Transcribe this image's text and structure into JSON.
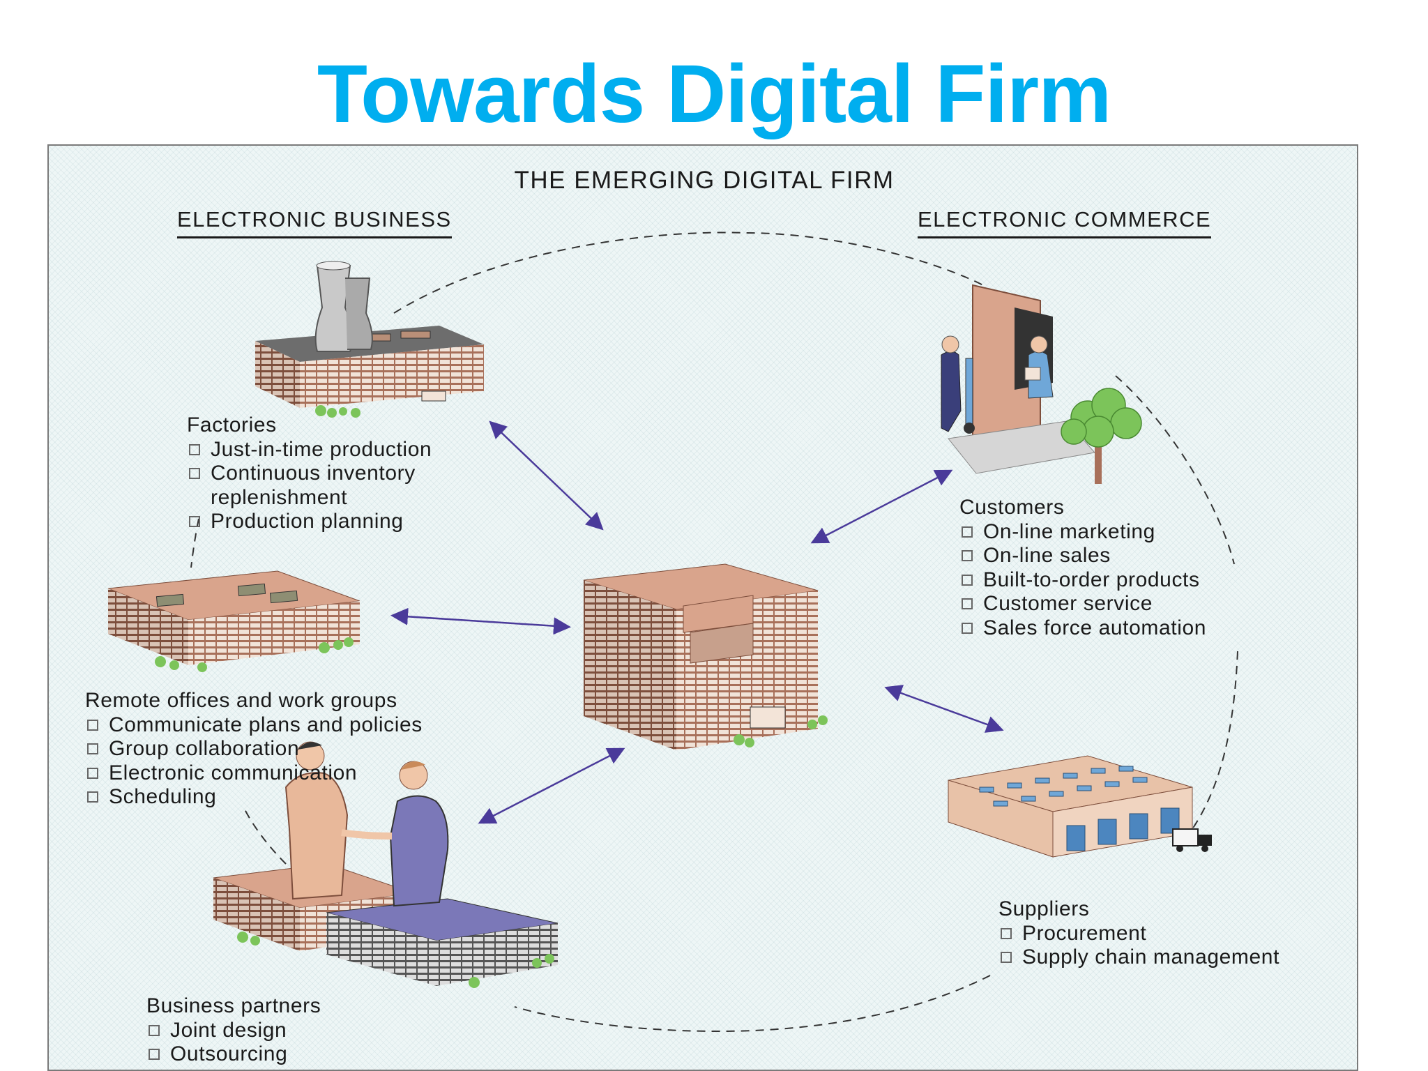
{
  "slide": {
    "title": "Towards Digital Firm",
    "title_color": "#00aeef"
  },
  "diagram": {
    "title": "THE EMERGING DIGITAL FIRM",
    "sections": {
      "left": "ELECTRONIC BUSINESS",
      "right": "ELECTRONIC COMMERCE"
    },
    "groups": {
      "factories": {
        "title": "Factories",
        "items": [
          "Just-in-time production",
          "Continuous inventory replenishment",
          "Production planning"
        ]
      },
      "remote_offices": {
        "title": "Remote offices and work groups",
        "items": [
          "Communicate plans and policies",
          "Group collaboration",
          "Electronic communication",
          "Scheduling"
        ]
      },
      "business_partners": {
        "title": "Business partners",
        "items": [
          "Joint design",
          "Outsourcing"
        ]
      },
      "customers": {
        "title": "Customers",
        "items": [
          "On-line marketing",
          "On-line sales",
          "Built-to-order products",
          "Customer service",
          "Sales force automation"
        ]
      },
      "suppliers": {
        "title": "Suppliers",
        "items": [
          "Procurement",
          "Supply chain management"
        ]
      }
    },
    "colors": {
      "arrow": "#4a3a9a",
      "brick": "#a8705a",
      "roof": "#d9a48c",
      "partner_roof": "#7b78b8",
      "foliage": "#7cc45a",
      "warehouse_door": "#4c86bf"
    }
  }
}
